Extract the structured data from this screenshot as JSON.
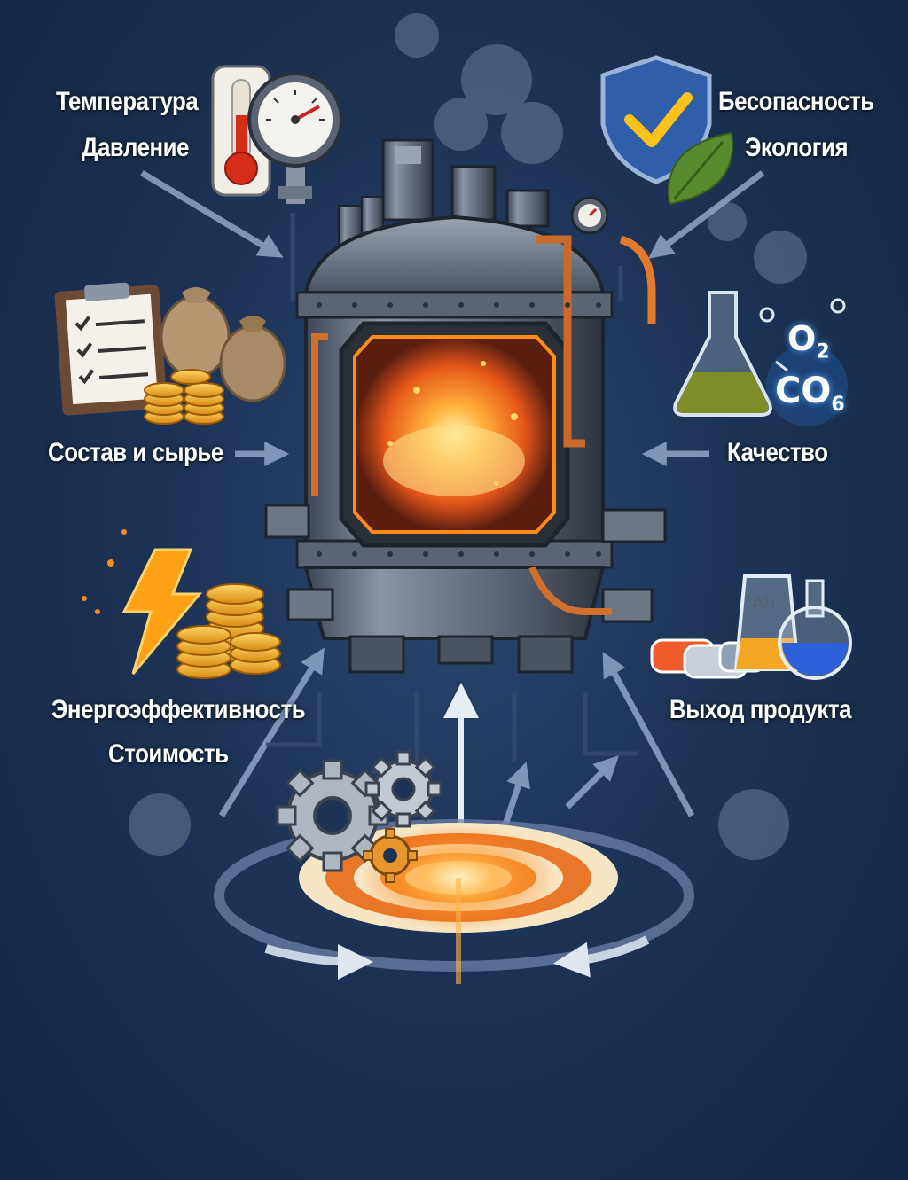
{
  "labels": {
    "temperature": "Температура",
    "pressure": "Давление",
    "safety": "Бесопасность",
    "ecology": "Экология",
    "composition": "Состав и сырье",
    "quality": "Качество",
    "energy_efficiency": "Энергоэффективность",
    "cost": "Стоимость",
    "product_yield": "Выход продукта"
  },
  "chem": {
    "o2": "O",
    "o2_sub": "2",
    "co6": "CO",
    "co6_sub": "6",
    "flask_label": "Ah"
  },
  "colors": {
    "background": "#1d3356",
    "accent_orange": "#ff8a1a",
    "arrow": "#8fa6c8",
    "shield": "#2f5fa8",
    "check": "#ffc21a",
    "coin": "#f5a623"
  },
  "icons": [
    "thermometer-icon",
    "pressure-gauge-icon",
    "shield-check-icon",
    "leaf-icon",
    "clipboard-icon",
    "money-bags-icon",
    "coin-stack-icon",
    "erlenmeyer-flask-icon",
    "lightning-icon",
    "pills-icon",
    "beaker-icon",
    "round-flask-icon",
    "gears-icon",
    "target-icon",
    "reactor-icon"
  ]
}
